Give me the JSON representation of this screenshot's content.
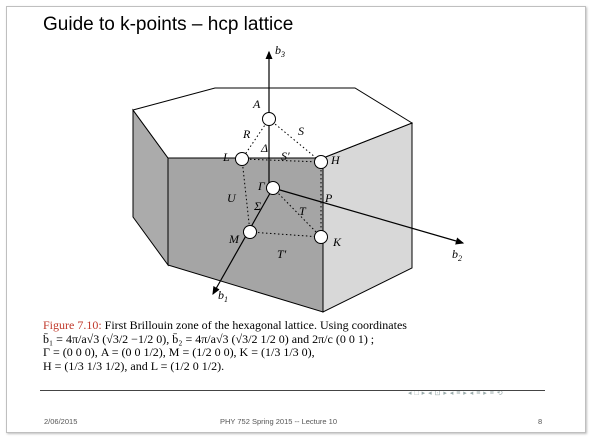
{
  "slide": {
    "title": "Guide to k-points – hcp lattice"
  },
  "diagram": {
    "axes": {
      "b3": "b",
      "b3_sub": "3",
      "b2": "b",
      "b2_sub": "2",
      "b1": "b",
      "b1_sub": "1"
    },
    "points": {
      "A": "A",
      "L": "L",
      "H": "H",
      "Gamma": "Γ",
      "M": "M",
      "K": "K"
    },
    "lines": {
      "R": "R",
      "S": "S",
      "Delta": "Δ",
      "S_prime": "S′",
      "U": "U",
      "P": "P",
      "Sigma": "Σ",
      "T": "T",
      "T_prime": "T′"
    }
  },
  "caption": {
    "figure": "Figure 7.10:",
    "line1": " First Brillouin zone of the hexagonal lattice. Using coordinates",
    "line2": "b̄₁ = 4π/a√3 (√3/2  −1/2  0), b̄₂ = 4π/a√3 (√3/2  1/2  0) and 2π/c (0  0  1) ;",
    "line3": "Γ = (0 0 0), A = (0  0  1/2), M = (1/2  0  0), K = (1/3  1/3  0),",
    "line4": "H = (1/3  1/3  1/2), and L = (1/2  0  1/2)."
  },
  "footer": {
    "date": "2/06/2015",
    "course": "PHY 752  Spring 2015 -- Lecture 10",
    "page": "8"
  },
  "colors": {
    "left_face": "#ababab",
    "right_face": "#d8d8d8",
    "caption_figure": "#c0392b"
  }
}
